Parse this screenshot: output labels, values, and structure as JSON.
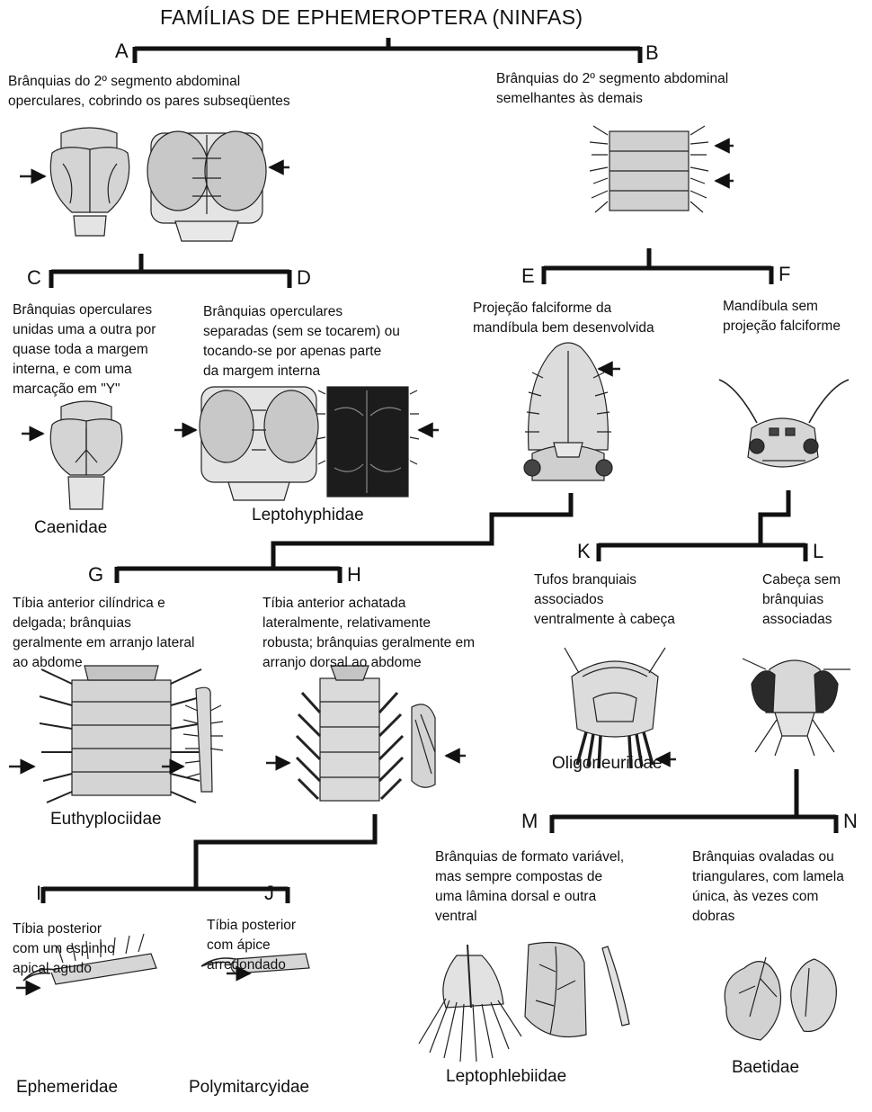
{
  "title": "FAMÍLIAS DE EPHEMEROPTERA (NINFAS)",
  "nodes": {
    "A": {
      "letter": "A",
      "text": "Brânquias do 2º segmento abdominal\noperculares, cobrindo os pares subseqüentes"
    },
    "B": {
      "letter": "B",
      "text": "Brânquias do 2º segmento abdominal\nsemelhantes às demais"
    },
    "C": {
      "letter": "C",
      "text": "Brânquias operculares\nunidas uma a outra por\nquase toda a margem\ninterna, e com uma\nmarcação  em \"Y\""
    },
    "D": {
      "letter": "D",
      "text": "Brânquias operculares\nseparadas (sem se tocarem) ou\ntocando-se por apenas parte\nda margem interna"
    },
    "E": {
      "letter": "E",
      "text": "Projeção falciforme da\nmandíbula bem desenvolvida"
    },
    "F": {
      "letter": "F",
      "text": "Mandíbula sem\nprojeção falciforme"
    },
    "G": {
      "letter": "G",
      "text": "Tíbia anterior cilíndrica e\ndelgada; brânquias\ngeralmente em arranjo lateral\nao abdome"
    },
    "H": {
      "letter": "H",
      "text": "Tíbia anterior achatada\nlateralmente, relativamente\nrobusta; brânquias geralmente em\narranjo dorsal ao abdome"
    },
    "I": {
      "letter": "I",
      "text": "Tíbia posterior\ncom um espinho\napical agudo"
    },
    "J": {
      "letter": "J",
      "text": "Tíbia posterior\ncom ápice\narredondado"
    },
    "K": {
      "letter": "K",
      "text": "Tufos branquiais\nassociados\nventralmente à cabeça"
    },
    "L": {
      "letter": "L",
      "text": "Cabeça sem\nbrânquias\nassociadas"
    },
    "M": {
      "letter": "M",
      "text": "Brânquias de formato variável,\nmas sempre compostas de\numa lâmina dorsal e outra\nventral"
    },
    "N": {
      "letter": "N",
      "text": "Brânquias ovaladas ou\ntriangulares, com lamela\núnica, às vezes com\ndobras"
    }
  },
  "families": {
    "caenidae": "Caenidae",
    "leptohyphidae": "Leptohyphidae",
    "euthyplociidae": "Euthyplociidae",
    "oligoneuriidae": "Oligoneuriidae",
    "ephemeridae": "Ephemeridae",
    "polymitarcyidae": "Polymitarcyidae",
    "leptophlebiidae": "Leptophlebiidae",
    "baetidae": "Baetidae"
  },
  "colors": {
    "line": "#111111",
    "fill_light": "#dcdcdc",
    "fill_mid": "#bdbdbd",
    "fill_dark": "#1c1c1c"
  }
}
